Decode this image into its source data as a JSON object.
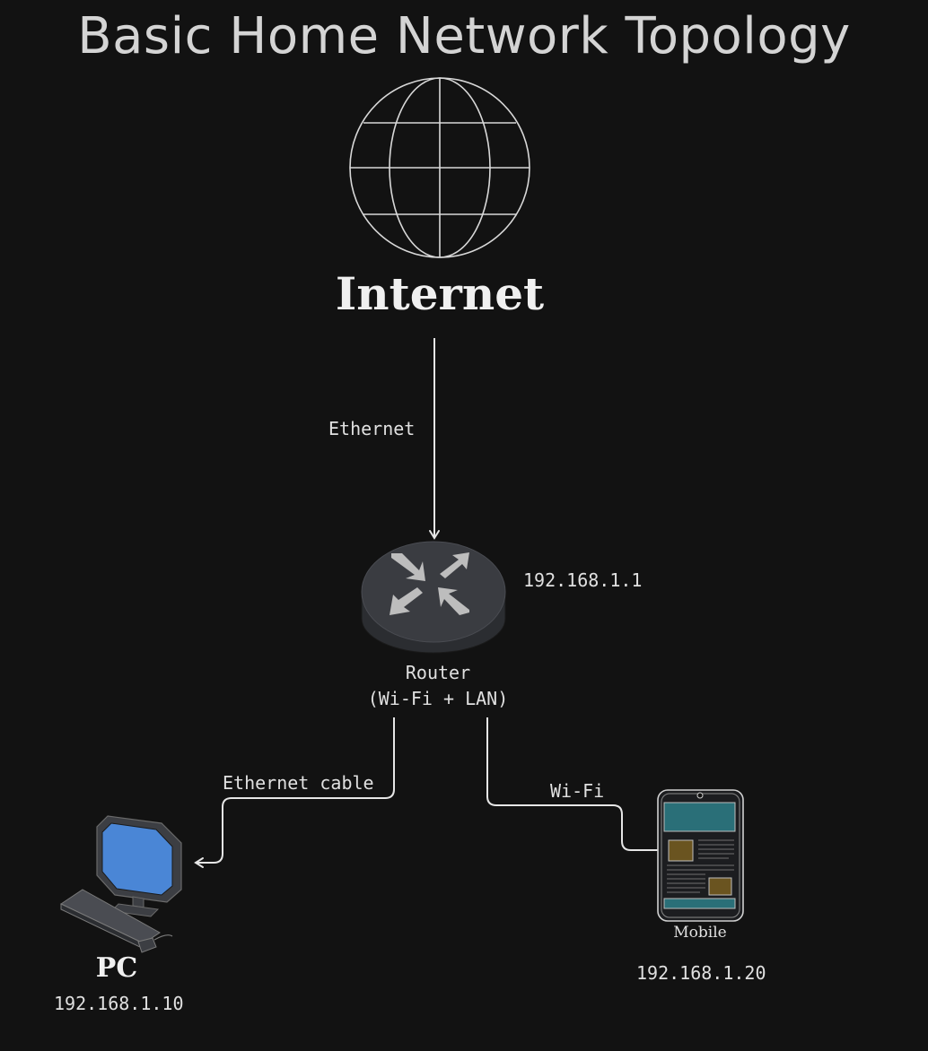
{
  "title": "Basic Home Network Topology",
  "nodes": {
    "internet": {
      "label": "Internet",
      "icon": "globe-icon"
    },
    "router": {
      "label_line1": "Router",
      "label_line2": "(Wi-Fi + LAN)",
      "ip": "192.168.1.1",
      "icon": "router-icon"
    },
    "pc": {
      "label": "PC",
      "ip": "192.168.1.10",
      "icon": "desktop-computer-icon"
    },
    "mobile": {
      "label": "Mobile",
      "ip": "192.168.1.20",
      "icon": "smartphone-icon"
    }
  },
  "links": {
    "internet_router": "Ethernet",
    "router_pc": "Ethernet cable",
    "router_mobile": "Wi-Fi"
  },
  "colors": {
    "background": "#121212",
    "stroke": "#e6e6e6",
    "pc_screen": "#4a86d6",
    "mobile_screen": "#2a6f78"
  }
}
